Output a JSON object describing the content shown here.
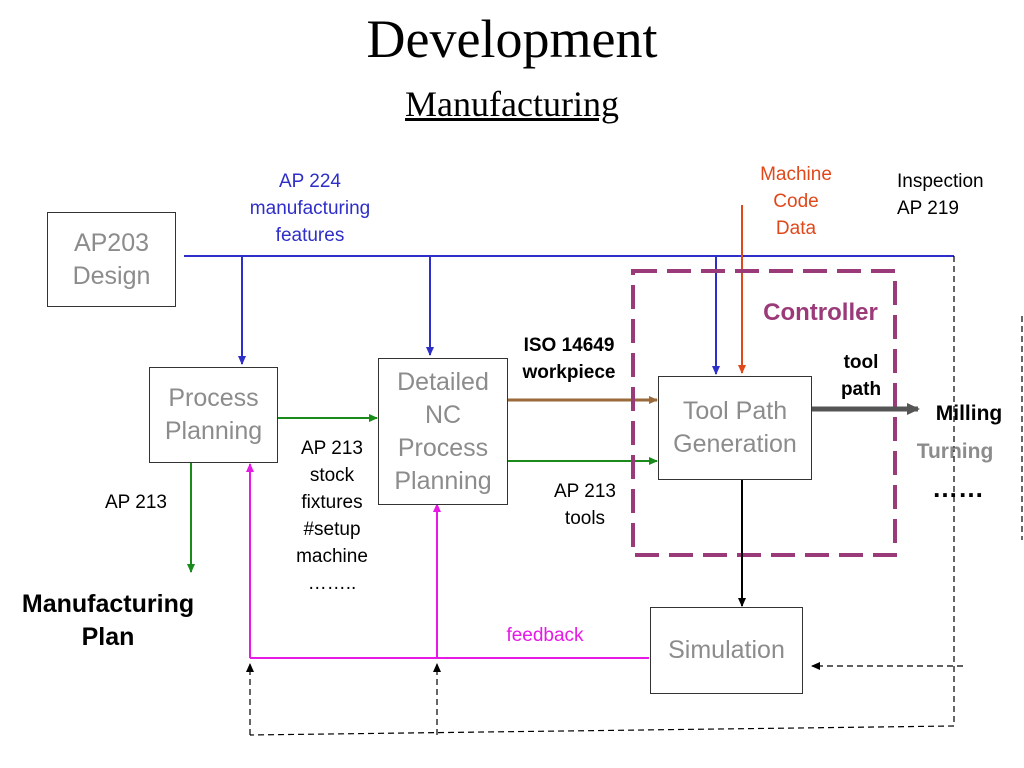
{
  "title": "Development",
  "subtitle": "Manufacturing",
  "boxes": {
    "ap203": "AP203\nDesign",
    "process_planning": "Process\nPlanning",
    "detailed_nc": "Detailed\nNC\nProcess\nPlanning",
    "tool_path": "Tool Path\nGeneration",
    "simulation": "Simulation"
  },
  "labels": {
    "ap224": "AP 224\nmanufacturing\nfeatures",
    "machine_code": "Machine\nCode\nData",
    "inspection": "Inspection\nAP 219",
    "controller": "Controller",
    "iso14649": "ISO 14649\nworkpiece",
    "tool_path_output": "tool\npath",
    "milling": "Milling",
    "turning": "Turning",
    "ellipsis": "……",
    "ap213_list": "AP 213\nstock\nfixtures\n#setup\nmachine\n……..",
    "ap213_left": "AP 213",
    "ap213_tools": "AP 213\ntools",
    "manufacturing_plan": "Manufacturing\nPlan",
    "feedback": "feedback"
  },
  "colors": {
    "blue": "#2e2ec8",
    "green": "#1a8a1a",
    "magenta": "#e619e6",
    "brown": "#9a6a3a",
    "red": "#e0481a",
    "controller": "#9b3a78",
    "gray_text": "#8c8c8c"
  }
}
